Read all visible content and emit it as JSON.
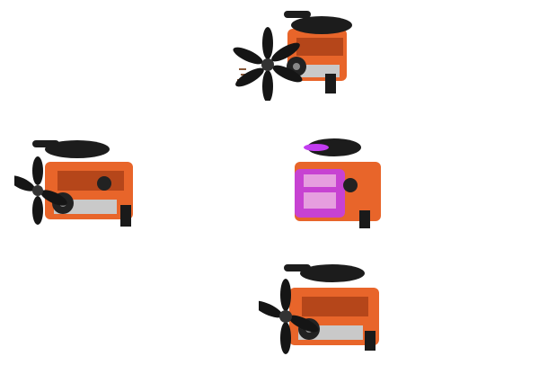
{
  "colors": {
    "background": "#ffffff",
    "engine_block": "#e8652a",
    "engine_shadow": "#b5461a",
    "air_cleaner": "#1c1c1c",
    "fan": "#151515",
    "chrome": "#bfbfbf",
    "highlight": "#c23cf0"
  },
  "views": [
    {
      "name": "engine-view-exploded-fan",
      "icon": "v8-engine-icon",
      "highlighted_part": false,
      "exploded": true
    },
    {
      "name": "engine-view-left",
      "icon": "v8-engine-icon",
      "highlighted_part": false,
      "exploded": false
    },
    {
      "name": "engine-view-block-highlight",
      "icon": "v8-engine-icon",
      "highlighted_part": true,
      "exploded": false
    },
    {
      "name": "engine-view-assembled",
      "icon": "v8-engine-icon",
      "highlighted_part": false,
      "exploded": false
    }
  ]
}
